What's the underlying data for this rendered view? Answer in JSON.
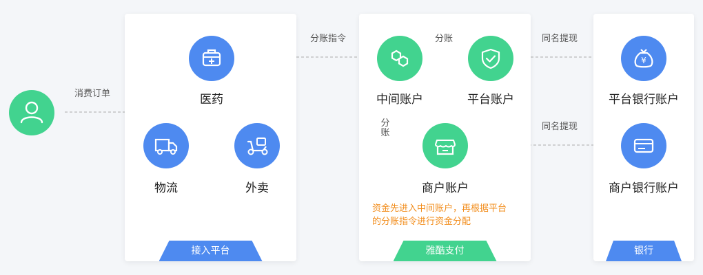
{
  "cards": {
    "platform": {
      "tab": "接入平台"
    },
    "yakupay": {
      "tab": "雅酷支付"
    },
    "bank": {
      "tab": "银行"
    }
  },
  "nodes": {
    "consumer": {
      "icon": "user-icon"
    },
    "medicine": {
      "label": "医药",
      "icon": "medical-kit-icon"
    },
    "logistics": {
      "label": "物流",
      "icon": "truck-icon"
    },
    "takeout": {
      "label": "外卖",
      "icon": "scooter-icon"
    },
    "intermediate_account": {
      "label": "中间账户",
      "icon": "link-icon"
    },
    "platform_account": {
      "label": "平台账户",
      "icon": "shield-check-icon"
    },
    "merchant_account": {
      "label": "商户账户",
      "icon": "storefront-icon"
    },
    "platform_bank_account": {
      "label": "平台银行账户",
      "icon": "money-bag-icon"
    },
    "merchant_bank_account": {
      "label": "商户银行账户",
      "icon": "card-icon"
    }
  },
  "flows": {
    "consume_order": "消费订单",
    "split_instruction": "分账指令",
    "split_top": "分账",
    "split_down": "分账",
    "withdraw_top": "同名提现",
    "withdraw_bottom": "同名提现"
  },
  "note": {
    "line1": "资金先进入中间账户，再根据平台",
    "line2": "的分账指令进行资金分配"
  },
  "colors": {
    "blue": "#4e8af0",
    "green": "#42d38f",
    "note": "#f28c1a"
  }
}
